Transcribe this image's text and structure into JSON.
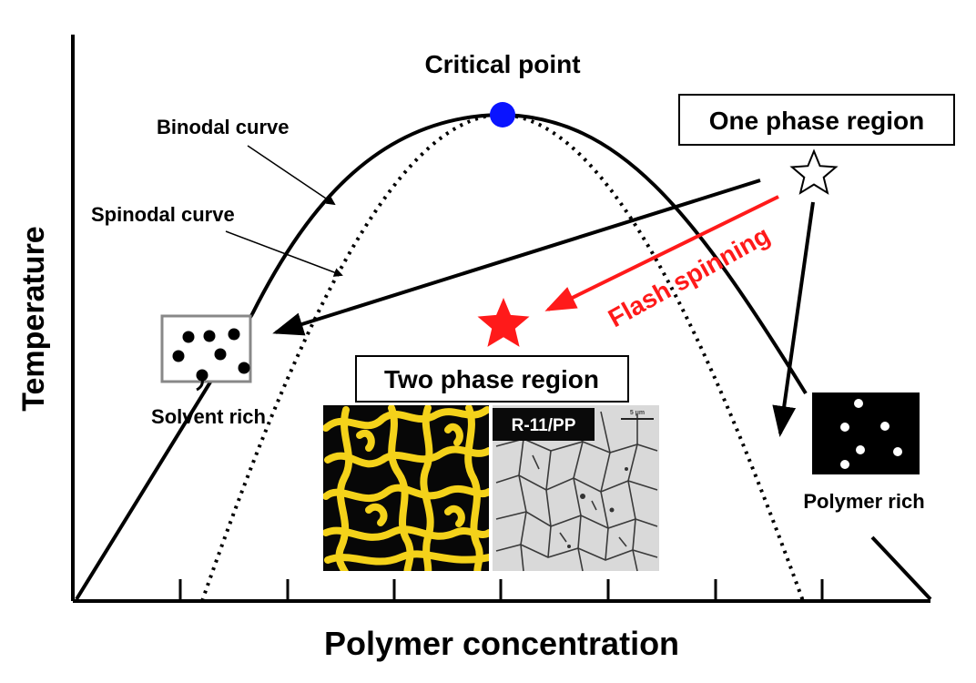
{
  "diagram": {
    "title": "Critical point",
    "x_axis_label": "Polymer concentration",
    "y_axis_label": "Temperature",
    "binodal_label": "Binodal curve",
    "spinodal_label": "Spinodal curve",
    "one_phase_label": "One phase region",
    "two_phase_label": "Two phase region",
    "process_label": "Flash spinning",
    "solvent_rich_label": "Solvent rich",
    "polymer_rich_label": "Polymer rich",
    "micrograph_label": "R-11/PP",
    "scale_bar_label": "5 μm"
  },
  "colors": {
    "critical_point": "#0a14ff",
    "flash_spinning": "#ff1a1a",
    "micrograph_yellow": "#f4d21a",
    "curve": "#000000"
  }
}
